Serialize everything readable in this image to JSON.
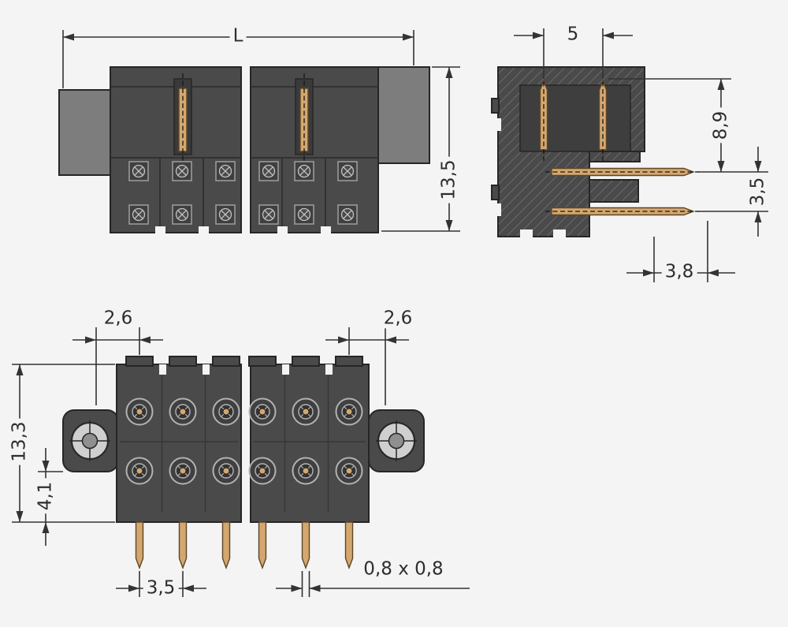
{
  "drawing": {
    "kind": "connector-dimensional-drawing"
  },
  "colors": {
    "background": "#f4f4f4",
    "body": "#4a4a4a",
    "outline": "#262626",
    "tab": "#7d7d7d",
    "pin": "#d4a76f",
    "pin_edge": "#5d4628",
    "line": "#333333",
    "ring": "#b3b3b3",
    "washer": "#cfcfcf"
  },
  "dimensions": {
    "top_side_view": {
      "length": "L",
      "height": "13,5"
    },
    "right_side_view": {
      "pin_pitch": "5",
      "pin_height": "8,9",
      "row_spacing": "3,5",
      "solder_offset": "3,8"
    },
    "front_left_view": {
      "edge_to_pin": "2,6",
      "height": "13,3",
      "lower_section": "4,1",
      "pin_pitch": "3,5"
    },
    "front_right_view": {
      "edge_to_pin": "2,6",
      "pin_cross_section": "0,8 x 0,8"
    }
  }
}
